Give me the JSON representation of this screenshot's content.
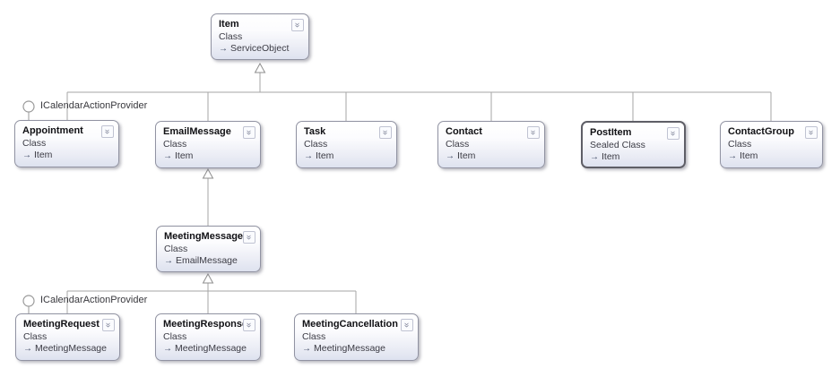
{
  "diagram_type": "class-diagram",
  "classes": {
    "item": {
      "name": "Item",
      "kind": "Class",
      "base": "ServiceObject"
    },
    "appointment": {
      "name": "Appointment",
      "kind": "Class",
      "base": "Item"
    },
    "email_message": {
      "name": "EmailMessage",
      "kind": "Class",
      "base": "Item"
    },
    "task": {
      "name": "Task",
      "kind": "Class",
      "base": "Item"
    },
    "contact": {
      "name": "Contact",
      "kind": "Class",
      "base": "Item"
    },
    "post_item": {
      "name": "PostItem",
      "kind": "Sealed Class",
      "base": "Item"
    },
    "contact_group": {
      "name": "ContactGroup",
      "kind": "Class",
      "base": "Item"
    },
    "meeting_message": {
      "name": "MeetingMessage",
      "kind": "Class",
      "base": "EmailMessage"
    },
    "meeting_request": {
      "name": "MeetingRequest",
      "kind": "Class",
      "base": "MeetingMessage"
    },
    "meeting_response": {
      "name": "MeetingResponse",
      "kind": "Class",
      "base": "MeetingMessage"
    },
    "meeting_cancellation": {
      "name": "MeetingCancellation",
      "kind": "Class",
      "base": "MeetingMessage"
    }
  },
  "interfaces": {
    "calendar_action_provider_top": {
      "label": "ICalendarActionProvider"
    },
    "calendar_action_provider_bottom": {
      "label": "ICalendarActionProvider"
    }
  },
  "icons": {
    "base_arrow": "→",
    "collapse_chevron": "«"
  },
  "colors": {
    "connector_line": "#a6a6a6",
    "box_border": "#9193a2",
    "sealed_box_border": "#5e5e66",
    "box_gradient_top": "#ffffff",
    "box_gradient_bottom": "#dee2ef",
    "title_text": "#101014",
    "secondary_text": "#3c3c45"
  }
}
